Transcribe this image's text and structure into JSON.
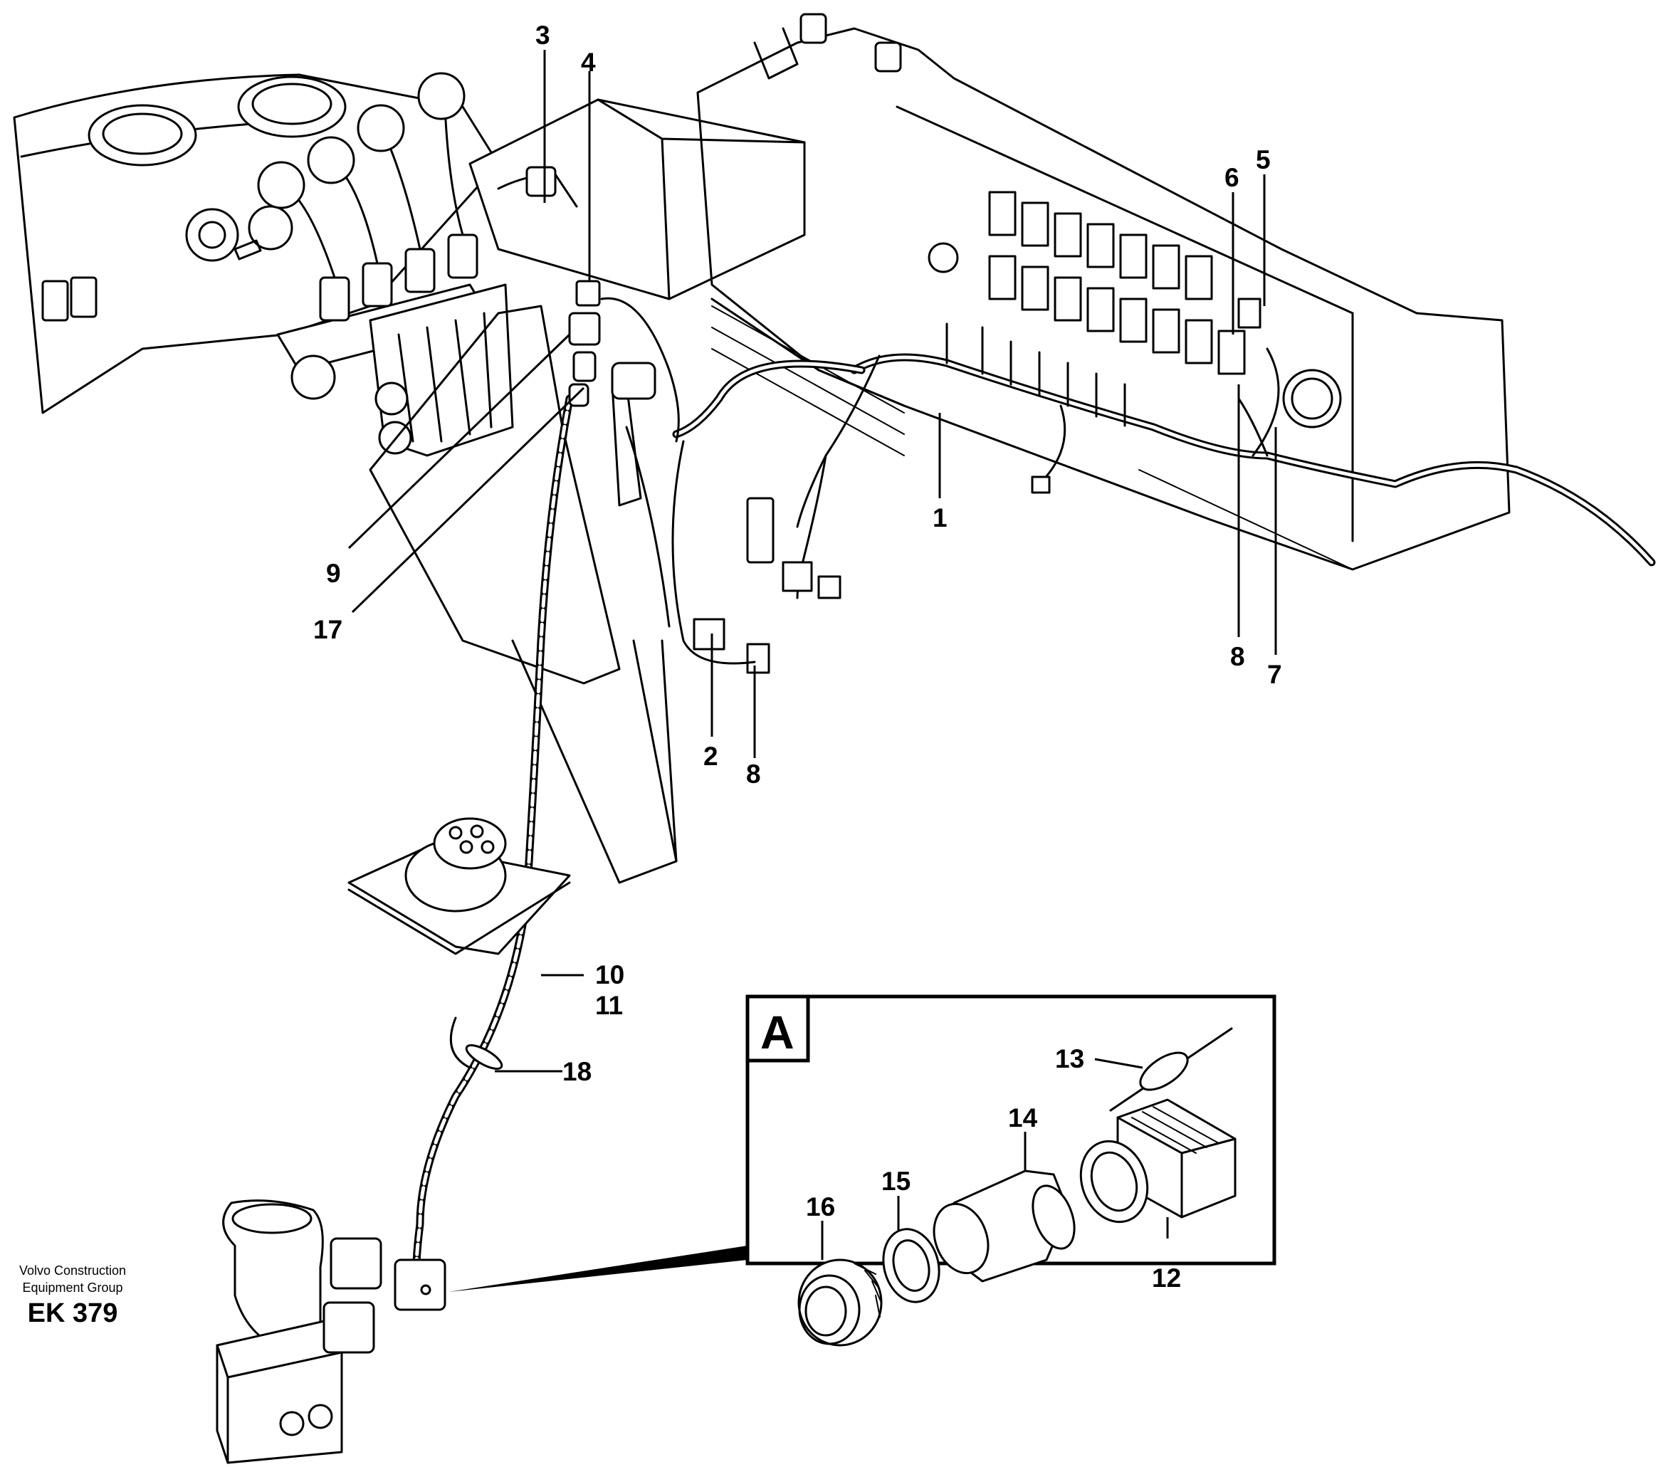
{
  "brand": {
    "line1": "Volvo Construction",
    "line2": "Equipment Group",
    "code": "EK 379"
  },
  "detail_box": {
    "letter": "A"
  },
  "callouts": {
    "c1": "1",
    "c2": "2",
    "c3": "3",
    "c4": "4",
    "c5": "5",
    "c6": "6",
    "c7": "7",
    "c8a": "8",
    "c8b": "8",
    "c9": "9",
    "c10": "10",
    "c11": "11",
    "c12": "12",
    "c13": "13",
    "c14": "14",
    "c15": "15",
    "c16": "16",
    "c17": "17",
    "c18": "18"
  }
}
